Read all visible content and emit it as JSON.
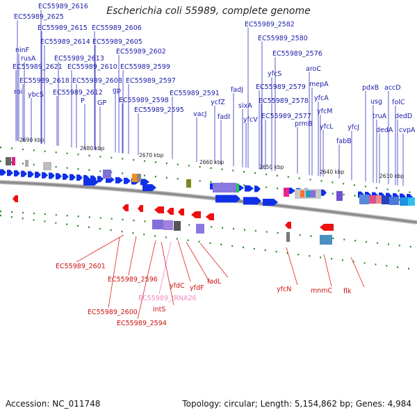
{
  "title": "Escherichia coli 55989, complete genome",
  "footer": {
    "accession": "Accession: NC_011748",
    "summary": "Topology: circular; Length: 5,154,862 bp; Genes: 4,984"
  },
  "colors": {
    "forward": "#1030e8",
    "reverse": "#ee1010",
    "label_forward": "#1a1aa8",
    "label_reverse": "#cc1111",
    "label_trna": "#ee88bb",
    "tick": "#1a8a1a",
    "backbone": "#8a8a8a"
  },
  "scale_labels": [
    "2690 kbp",
    "2680 kbp",
    "2670 kbp",
    "2660 kbp",
    "2650 kbp",
    "2640 kbp",
    "2630 kbp"
  ],
  "top_labels": [
    "EC55989_2616",
    "EC55989_2625",
    "EC55989_2615",
    "EC55989_2606",
    "ninF",
    "EC55989_2614",
    "EC55989_2605",
    "rusA",
    "EC55989_2613",
    "EC55989_2602",
    "EC55989_2621",
    "EC55989_2610",
    "EC55989_2599",
    "EC55989_2618",
    "EC55989_2608",
    "EC55989_2597",
    "ybcS",
    "EC55989_2612",
    "gp",
    "roi",
    "P",
    "GP",
    "EC55989_2598",
    "EC55989_2595",
    "EC55989_2591",
    "vacJ",
    "ycfZ",
    "fadJ",
    "fadI",
    "sixA",
    "yfcV",
    "EC55989_2582",
    "EC55989_2580",
    "EC55989_2576",
    "aroC",
    "yfcS",
    "mepA",
    "EC55989_2579",
    "yfcA",
    "EC55989_2578",
    "yfcM",
    "EC55989_2577",
    "prmB",
    "yfcL",
    "yfcJ",
    "fabB",
    "pdxB",
    "accD",
    "usg",
    "folC",
    "truA",
    "dedD",
    "dedA",
    "cvpA"
  ],
  "bottom_labels": [
    "EC55989_2601",
    "EC55989_2596",
    "yfdC",
    "yfdF",
    "fadL",
    "EC55989_tRNA26",
    "intS",
    "EC55989_2600",
    "EC55989_2594",
    "yfcN",
    "mnmC",
    "flk"
  ]
}
